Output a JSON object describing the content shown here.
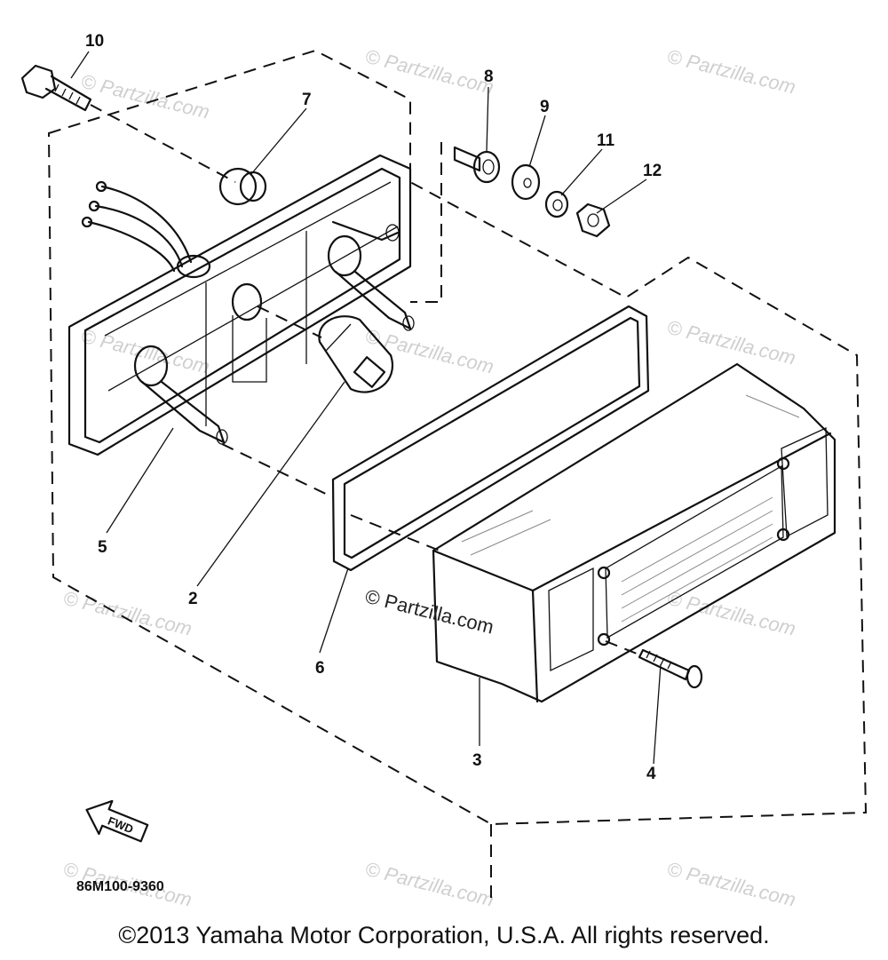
{
  "diagram": {
    "part_labels": [
      "10",
      "7",
      "8",
      "9",
      "11",
      "12",
      "5",
      "2",
      "6",
      "3",
      "4"
    ],
    "direction_label": "FWD",
    "diagram_code": "86M100-9360"
  },
  "watermarks": {
    "faint": "© Partzilla.com",
    "center": "© Partzilla.com"
  },
  "footer": {
    "copyright": "©2013 Yamaha Motor Corporation, U.S.A. All rights reserved."
  }
}
